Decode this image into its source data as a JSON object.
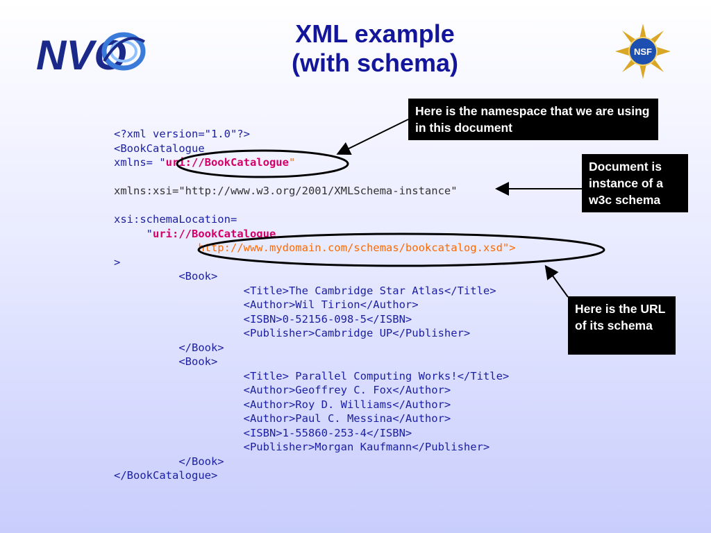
{
  "title": {
    "line1": "XML example",
    "line2": "(with schema)"
  },
  "logos": {
    "left": "NVO",
    "right": "NSF"
  },
  "code_lines": [
    {
      "parts": [
        {
          "text": "<?xml version=\"1.0\"?>",
          "style": "blue"
        }
      ]
    },
    {
      "parts": [
        {
          "text": "<BookCatalogue",
          "style": "blue"
        }
      ]
    },
    {
      "parts": [
        {
          "text": "xmlns= \"",
          "style": "blue"
        },
        {
          "text": "uri://BookCatalogue",
          "style": "red"
        },
        {
          "text": "\"",
          "style": "orange"
        }
      ]
    },
    {
      "parts": [
        {
          "text": "",
          "style": "blue"
        }
      ]
    },
    {
      "parts": [
        {
          "text": "xmlns:xsi=\"http://www.w3.org/2001/XMLSchema-instance\"",
          "style": "gray"
        }
      ]
    },
    {
      "parts": [
        {
          "text": "",
          "style": "blue"
        }
      ]
    },
    {
      "parts": [
        {
          "text": "xsi:schemaLocation=",
          "style": "blue"
        }
      ]
    },
    {
      "parts": [
        {
          "text": "     \"",
          "style": "blue"
        },
        {
          "text": "uri://BookCatalogue",
          "style": "red"
        }
      ]
    },
    {
      "parts": [
        {
          "text": "             http://www.mydomain.com/schemas/bookcatalog.xsd\">",
          "style": "orange"
        }
      ]
    },
    {
      "parts": [
        {
          "text": ">",
          "style": "blue"
        }
      ]
    },
    {
      "parts": [
        {
          "text": "          <Book>",
          "style": "blue"
        }
      ]
    },
    {
      "parts": [
        {
          "text": "                    <Title>The Cambridge Star Atlas</Title>",
          "style": "blue"
        }
      ]
    },
    {
      "parts": [
        {
          "text": "                    <Author>Wil Tirion</Author>",
          "style": "blue"
        }
      ]
    },
    {
      "parts": [
        {
          "text": "                    <ISBN>0-52156-098-5</ISBN>",
          "style": "blue"
        }
      ]
    },
    {
      "parts": [
        {
          "text": "                    <Publisher>Cambridge UP</Publisher>",
          "style": "blue"
        }
      ]
    },
    {
      "parts": [
        {
          "text": "          </Book>",
          "style": "blue"
        }
      ]
    },
    {
      "parts": [
        {
          "text": "          <Book>",
          "style": "blue"
        }
      ]
    },
    {
      "parts": [
        {
          "text": "                    <Title> Parallel Computing Works!</Title>",
          "style": "blue"
        }
      ]
    },
    {
      "parts": [
        {
          "text": "                    <Author>Geoffrey C. Fox</Author>",
          "style": "blue"
        }
      ]
    },
    {
      "parts": [
        {
          "text": "                    <Author>Roy D. Williams</Author>",
          "style": "blue"
        }
      ]
    },
    {
      "parts": [
        {
          "text": "                    <Author>Paul C. Messina</Author>",
          "style": "blue"
        }
      ]
    },
    {
      "parts": [
        {
          "text": "                    <ISBN>1-55860-253-4</ISBN>",
          "style": "blue"
        }
      ]
    },
    {
      "parts": [
        {
          "text": "                    <Publisher>Morgan Kaufmann</Publisher>",
          "style": "blue"
        }
      ]
    },
    {
      "parts": [
        {
          "text": "          </Book>",
          "style": "blue"
        }
      ]
    },
    {
      "parts": [
        {
          "text": "</BookCatalogue>",
          "style": "blue"
        }
      ]
    }
  ],
  "callouts": {
    "namespace": "Here is the namespace that we are using in this document",
    "w3c": "Document is instance of a w3c schema",
    "url": "Here is the URL of its schema"
  },
  "colors": {
    "title": "#13169a",
    "code": "#1a1ea0",
    "highlight": "#d4006a",
    "url": "#ff6a00"
  }
}
